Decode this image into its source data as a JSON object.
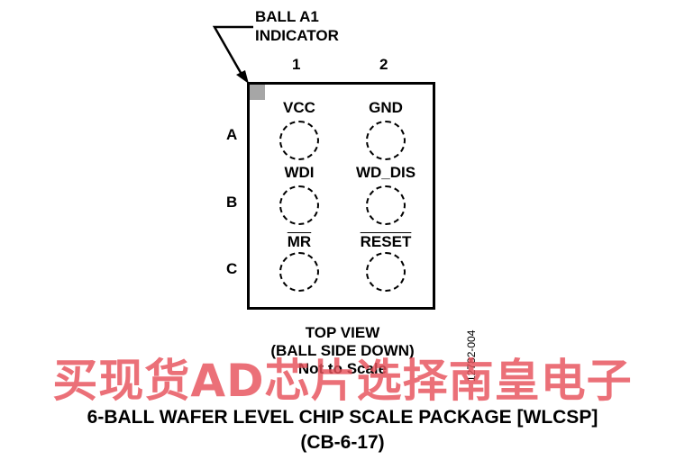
{
  "indicator": {
    "line1": "BALL A1",
    "line2": "INDICATOR"
  },
  "columns": [
    "1",
    "2"
  ],
  "rows": [
    "A",
    "B",
    "C"
  ],
  "pins": {
    "a1": "VCC",
    "a2": "GND",
    "b1": "WDI",
    "b2": "WD_DIS",
    "c1": "MR",
    "c2": "RESET"
  },
  "caption": {
    "line1": "TOP VIEW",
    "line2": "(BALL SIDE DOWN)",
    "line3": "Not to Scale"
  },
  "figure_code": "12782-004",
  "watermark": "买现货AD芯片选择南皇电子",
  "package": {
    "line1": "6-BALL WAFER LEVEL CHIP SCALE PACKAGE [WLCSP]",
    "line2": "(CB-6-17)"
  },
  "colors": {
    "indicator_fill": "#a6a6a6",
    "watermark": "#e6505a"
  }
}
